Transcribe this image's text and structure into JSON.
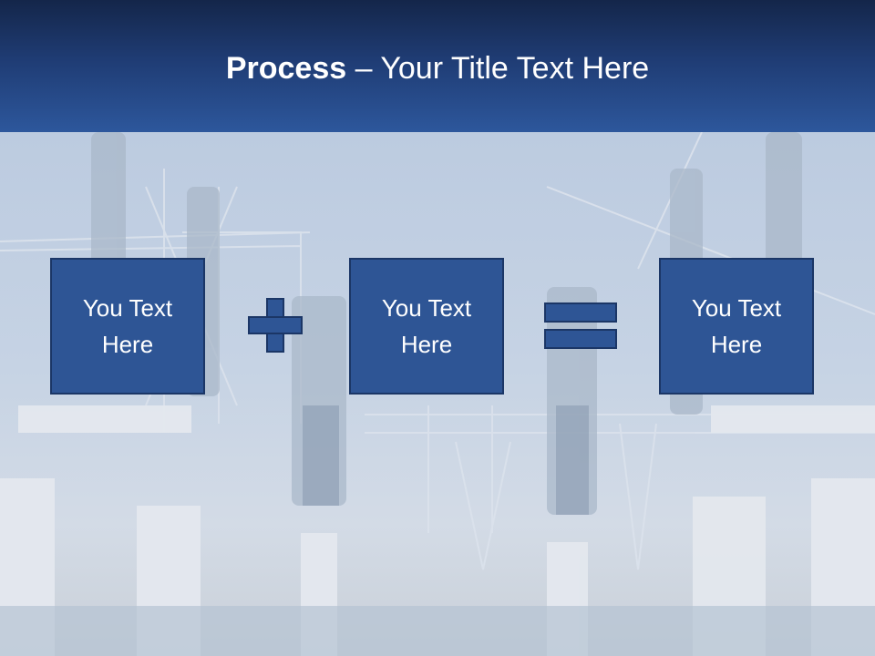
{
  "header": {
    "title_bold": "Process",
    "title_rest": " – Your Title Text Here"
  },
  "process": {
    "steps": [
      {
        "line1": "You Text",
        "line2": "Here"
      },
      {
        "line1": "You Text",
        "line2": "Here"
      },
      {
        "line1": "You Text",
        "line2": "Here"
      }
    ],
    "operators": [
      "plus",
      "equals"
    ]
  },
  "background": {
    "description_icon": "substation-photo"
  },
  "colors": {
    "header_dark": "#14264a",
    "header_light": "#2d579c",
    "box_fill": "#2e5595",
    "box_border": "#1b3666"
  }
}
